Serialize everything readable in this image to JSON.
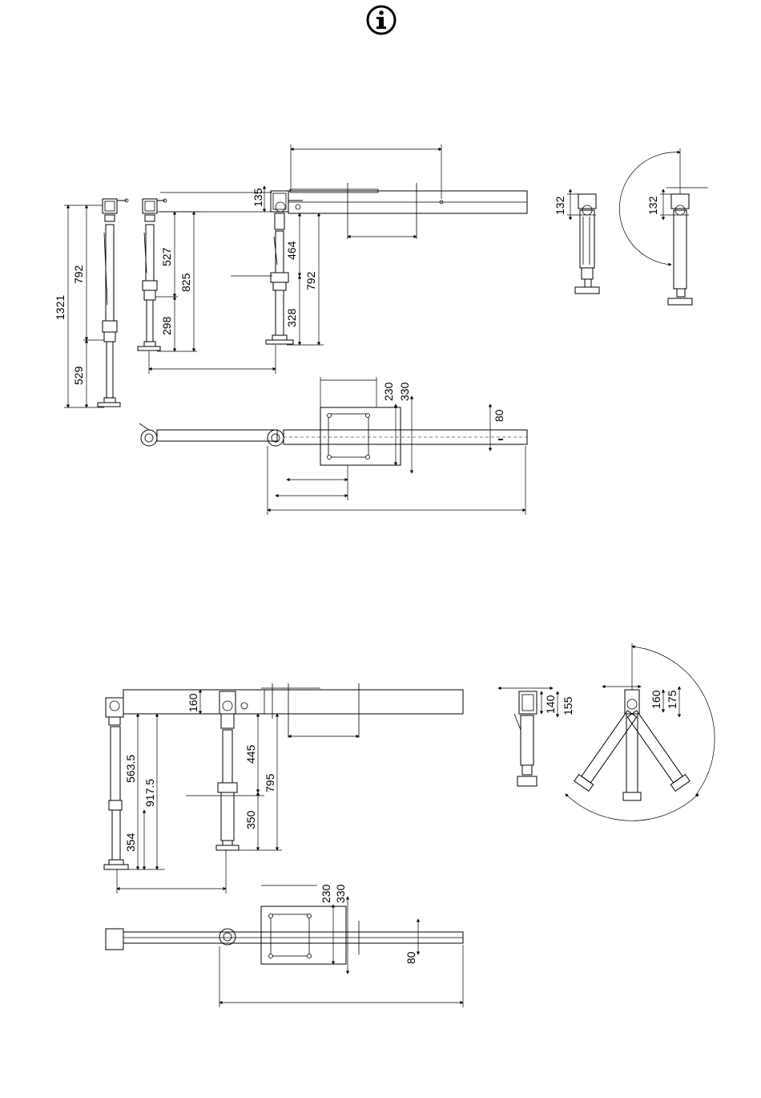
{
  "info_icon": {
    "name": "info-icon",
    "glyph": "i"
  },
  "upper_drawing": {
    "dims": {
      "d1321": "1321",
      "d792a": "792",
      "d529": "529",
      "d527": "527",
      "d825": "825",
      "d298": "298",
      "d135": "135",
      "d464": "464",
      "d792b": "792",
      "d328": "328",
      "d132a": "132",
      "d132b": "132",
      "d230": "230",
      "d330": "330",
      "d80": "80"
    }
  },
  "lower_drawing": {
    "dims": {
      "d160a": "160",
      "d5635": "563.5",
      "d9175": "917.5",
      "d354": "354",
      "d445": "445",
      "d795": "795",
      "d350": "350",
      "d140": "140",
      "d155": "155",
      "d160b": "160",
      "d175": "175",
      "d230": "230",
      "d330": "330",
      "d80": "80"
    }
  }
}
